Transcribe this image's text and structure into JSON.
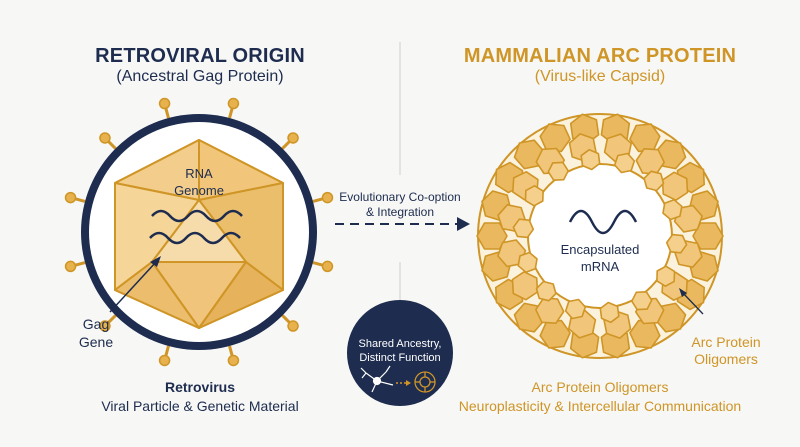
{
  "left": {
    "title": "RETROVIRAL ORIGIN",
    "subtitle": "(Ancestral Gag Protein)",
    "genome_label_line1": "RNA",
    "genome_label_line2": "Genome",
    "gag_label_line1": "Gag",
    "gag_label_line2": "Gene",
    "caption_line1": "Retrovirus",
    "caption_line2": "Viral Particle & Genetic Material"
  },
  "arrow": {
    "label_line1": "Evolutionary Co-option",
    "label_line2": "& Integration"
  },
  "badge": {
    "line1": "Shared Ancestry,",
    "line2": "Distinct Function",
    "icons": [
      "neuron-icon",
      "arrow-right-icon",
      "capsid-icon"
    ]
  },
  "right": {
    "title": "MAMMALIAN ARC PROTEIN",
    "subtitle": "(Virus-like Capsid)",
    "mrna_label_line1": "Encapsulated",
    "mrna_label_line2": "mRNA",
    "oligomer_label_line1": "Arc Protein",
    "oligomer_label_line2": "Oligomers",
    "caption_line1": "Arc Protein Oligomers",
    "caption_line2": "Neuroplasticity & Intercellular Communication"
  },
  "colors": {
    "navy": "#1d2c4f",
    "gold": "#cf9526",
    "gold_fill": "#f1c67a",
    "background": "#f7f7f5"
  }
}
